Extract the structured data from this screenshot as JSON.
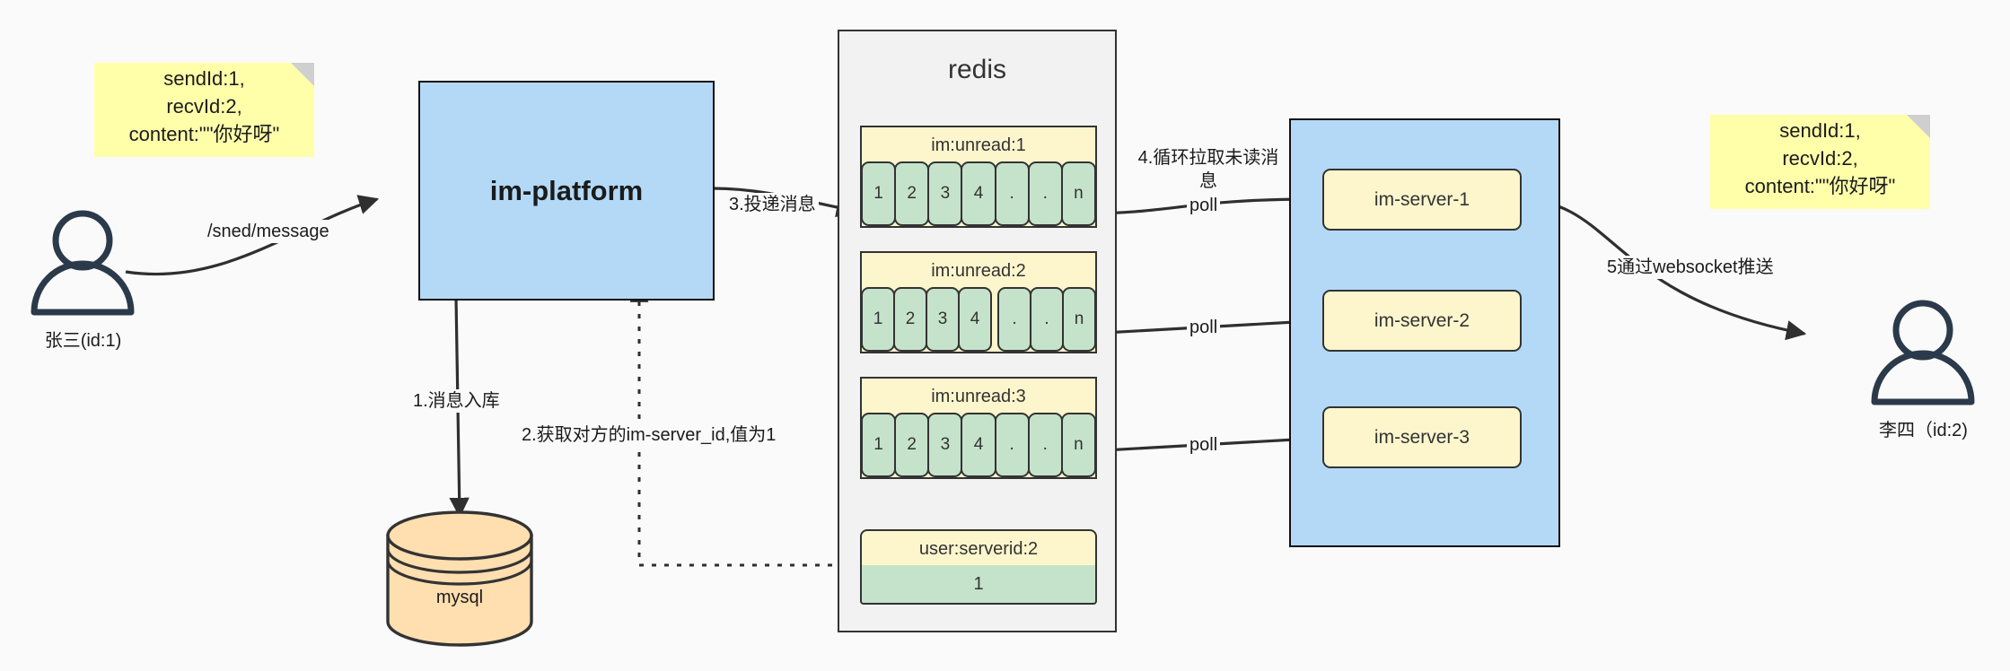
{
  "diagram": {
    "title": "IM message delivery architecture",
    "background": "#fafafa",
    "colors": {
      "note_yellow": "#ffffaa",
      "box_blue": "#b3d9f7",
      "container_grey": "#f2f2f2",
      "key_yellow": "#fdf6cd",
      "cell_green": "#c5e3cb",
      "db_orange": "#ffdeb0",
      "stroke_dark": "#333333",
      "actor_navy": "#2b3a4a"
    }
  },
  "notes": {
    "left": {
      "lines": [
        "sendId:1,",
        "recvId:2,",
        "content:\"\"你好呀\""
      ]
    },
    "right": {
      "lines": [
        "sendId:1,",
        "recvId:2,",
        "content:\"\"你好呀\""
      ]
    }
  },
  "actors": {
    "sender": {
      "label": "张三(id:1)",
      "icon": "person-icon"
    },
    "receiver": {
      "label": "李四（id:2)",
      "icon": "person-icon"
    }
  },
  "nodes": {
    "platform": {
      "label": "im-platform"
    },
    "mysql": {
      "label": "mysql",
      "icon": "database-cylinder-icon"
    },
    "redis": {
      "title": "redis"
    },
    "server_cluster": {
      "servers": [
        {
          "label": "im-server-1"
        },
        {
          "label": "im-server-2"
        },
        {
          "label": "im-server-3"
        }
      ]
    }
  },
  "redis_keys": [
    {
      "name": "im:unread:1",
      "cells": [
        "1",
        "2",
        "3",
        "4",
        ".",
        ".",
        "n"
      ],
      "gap_after_index": 6
    },
    {
      "name": "im:unread:2",
      "cells": [
        "1",
        "2",
        "3",
        "4",
        ".",
        ".",
        "n"
      ],
      "gap_after_index": 3
    },
    {
      "name": "im:unread:3",
      "cells": [
        "1",
        "2",
        "3",
        "4",
        ".",
        ".",
        "n"
      ],
      "gap_after_index": 6
    }
  ],
  "serverid_key": {
    "name": "user:serverid:2",
    "value": "1"
  },
  "edges": {
    "send_message": "/sned/message",
    "step1": "1.消息入库",
    "step2": "2.获取对方的im-server_id,值为1",
    "step3": "3.投递消息",
    "step4": "4.循环拉取未读消\n息",
    "step5": "5通过websocket推送",
    "poll1": "poll",
    "poll2": "poll",
    "poll3": "poll"
  }
}
